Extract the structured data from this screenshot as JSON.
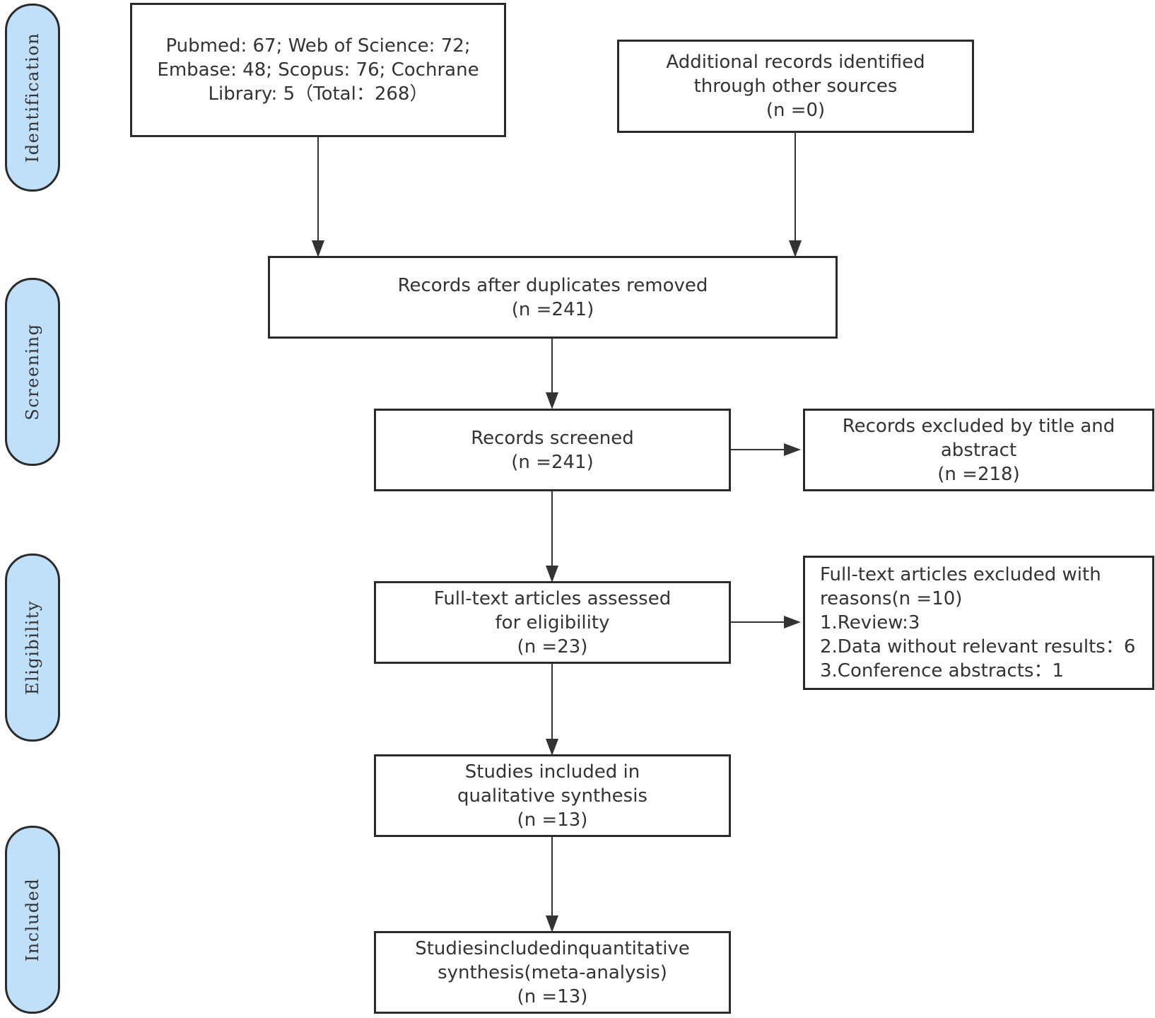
{
  "phases": {
    "identification": "Identification",
    "screening": "Screening",
    "eligibility": "Eligibility",
    "included": "Included"
  },
  "boxes": {
    "databases": {
      "lines": [
        "Pubmed: 67; Web of Science: 72;",
        "Embase: 48; Scopus: 76; Cochrane",
        "Library: 5（Total：268）"
      ]
    },
    "additional": {
      "lines": [
        "Additional records identified",
        "through other sources",
        "(n =0)"
      ]
    },
    "after_duplicates": {
      "lines": [
        "Records after duplicates removed",
        "(n =241)"
      ]
    },
    "screened": {
      "lines": [
        "Records screened",
        "(n =241)"
      ]
    },
    "excluded_title": {
      "lines": [
        "Records excluded by title and",
        "abstract",
        "(n =218)"
      ]
    },
    "full_text": {
      "lines": [
        "Full-text articles assessed",
        "for eligibility",
        "(n =23)"
      ]
    },
    "excluded_full": {
      "lines": [
        "Full-text articles excluded with",
        "reasons(n =10)",
        "1.Review:3",
        "2.Data without relevant results：6",
        "3.Conference abstracts：1"
      ]
    },
    "qualitative": {
      "lines": [
        "Studies included in",
        "qualitative synthesis",
        "(n =13)"
      ]
    },
    "quantitative": {
      "lines": [
        "Studiesincludedinquantitative",
        "synthesis(meta-analysis)",
        "(n =13)"
      ]
    }
  }
}
